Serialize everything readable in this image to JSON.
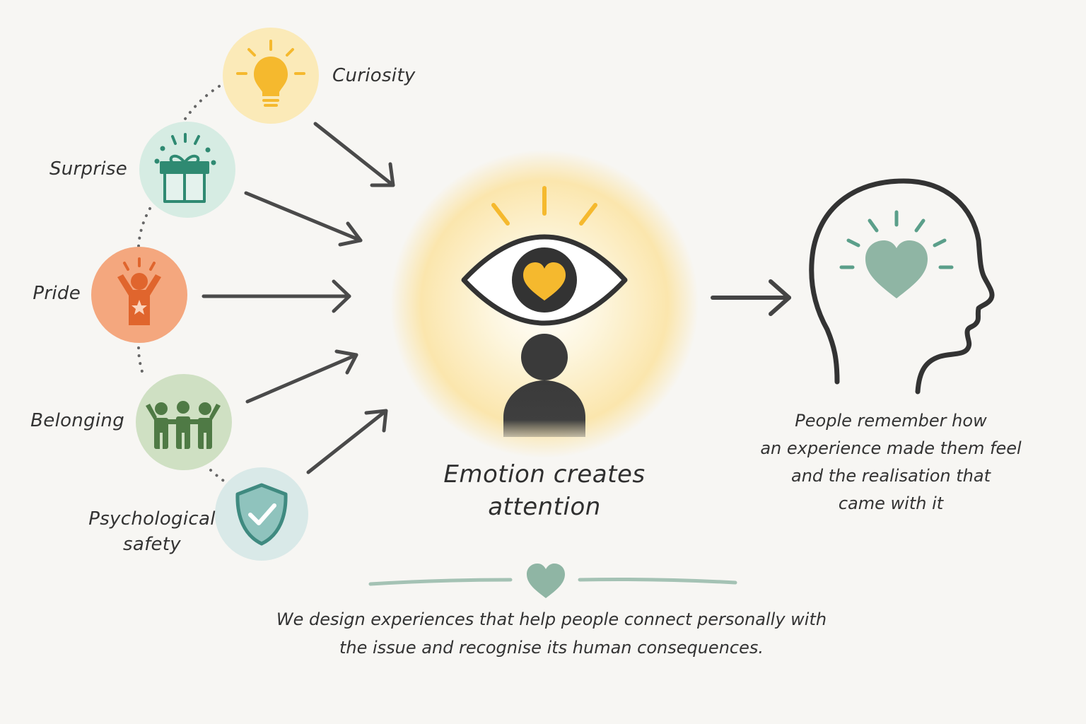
{
  "emotions": [
    {
      "label": "Curiosity",
      "icon": "lightbulb-icon",
      "color": "#f5b92e",
      "bg": "#fbeab8"
    },
    {
      "label": "Surprise",
      "icon": "gift-icon",
      "color": "#2f8a72",
      "bg": "#d6ece3"
    },
    {
      "label": "Pride",
      "icon": "celebrating-person-icon",
      "color": "#e0652d",
      "bg": "#f4a77e"
    },
    {
      "label": "Belonging",
      "icon": "group-of-people-icon",
      "color": "#4f7a45",
      "bg": "#cfe0c3"
    },
    {
      "label": "Psychological",
      "label2": "safety",
      "icon": "shield-check-icon",
      "color": "#3f8a80",
      "bg": "#d9e9e8"
    }
  ],
  "center": {
    "title_line1": "Emotion creates",
    "title_line2": "attention",
    "icon": "eye-with-heart-icon",
    "heart_color": "#f5b92e",
    "glow_color": "#fbe6ad"
  },
  "memory": {
    "icon": "head-with-heart-icon",
    "heart_color": "#8fb5a4",
    "lines": [
      "People remember how",
      "an experience made them feel",
      "and the realisation that",
      "came with it"
    ]
  },
  "footer": {
    "divider_icon": "heart-icon",
    "divider_color": "#8fb5a4",
    "line1": "We design experiences that help people connect personally with",
    "line2": "the issue and recognise its human consequences."
  }
}
